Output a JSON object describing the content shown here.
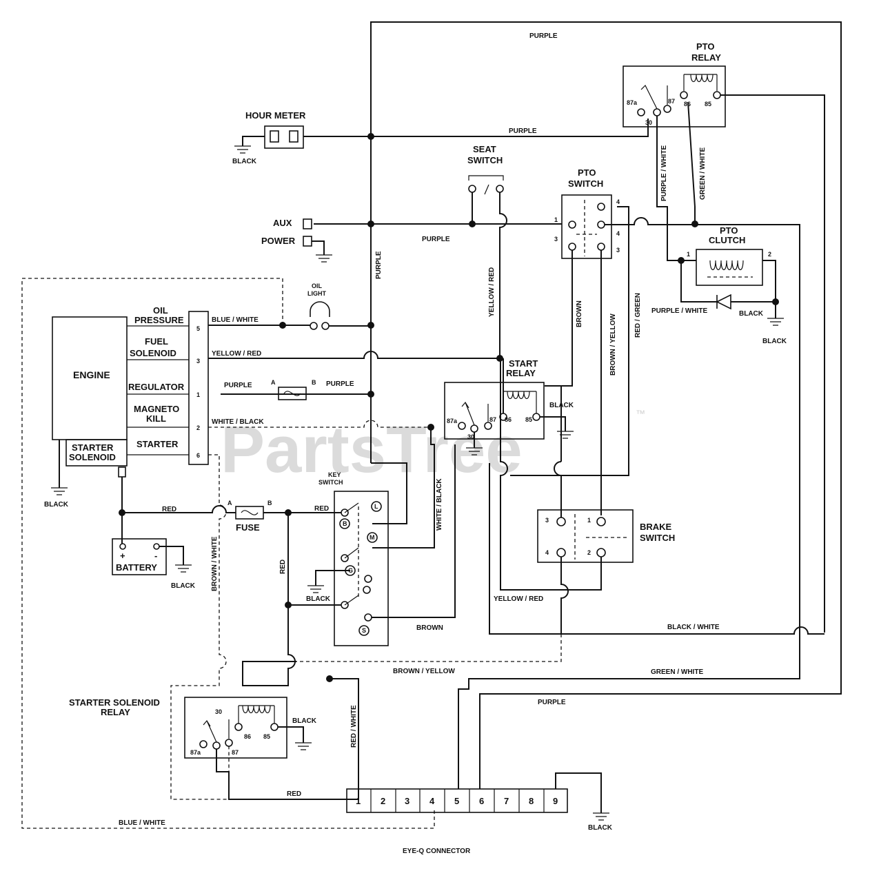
{
  "watermark": {
    "brand": "PartsTree",
    "tm": "™"
  },
  "components": {
    "hour_meter": "HOUR METER",
    "seat_switch": [
      "SEAT",
      "SWITCH"
    ],
    "pto_relay": [
      "PTO",
      "RELAY"
    ],
    "pto_switch": [
      "PTO",
      "SWITCH"
    ],
    "pto_clutch": [
      "PTO",
      "CLUTCH"
    ],
    "aux": "AUX",
    "power": "POWER",
    "oil_light": [
      "OIL",
      "LIGHT"
    ],
    "engine": "ENGINE",
    "oil_pressure": [
      "OIL",
      "PRESSURE"
    ],
    "fuel_solenoid": [
      "FUEL",
      "SOLENOID"
    ],
    "regulator": "REGULATOR",
    "magneto_kill": [
      "MAGNETO",
      "KILL"
    ],
    "starter": "STARTER",
    "starter_solenoid": [
      "STARTER",
      "SOLENOID"
    ],
    "start_relay": [
      "START",
      "RELAY"
    ],
    "key_switch": [
      "KEY",
      "SWITCH"
    ],
    "fuse": "FUSE",
    "battery": "BATTERY",
    "brake_switch": [
      "BRAKE",
      "SWITCH"
    ],
    "starter_solenoid_relay": [
      "STARTER SOLENOID",
      "RELAY"
    ],
    "eye_q_connector": "EYE-Q CONNECTOR"
  },
  "wires": {
    "purple": "PURPLE",
    "black": "BLACK",
    "blue_white": "BLUE / WHITE",
    "yellow_red": "YELLOW / RED",
    "white_black": "WHITE / BLACK",
    "red": "RED",
    "brown": "BROWN",
    "brown_yellow": "BROWN / YELLOW",
    "red_green": "RED / GREEN",
    "purple_white": "PURPLE / WHITE",
    "green_white": "GREEN / WHITE",
    "black_white": "BLACK / WHITE",
    "brown_white": "BROWN / WHITE",
    "red_white": "RED / WHITE"
  },
  "pins": {
    "relay": [
      "87a",
      "30",
      "87",
      "86",
      "85"
    ],
    "engine_block": [
      "5",
      "3",
      "1",
      "2",
      "6"
    ],
    "pto_switch": [
      "1",
      "3",
      "4",
      "4",
      "3"
    ],
    "clutch": [
      "1",
      "2"
    ],
    "brake": [
      "3",
      "1",
      "4",
      "2"
    ],
    "fuse_ends": [
      "A",
      "B"
    ],
    "key": [
      "L",
      "B",
      "M",
      "G",
      "S"
    ],
    "battery_pos": "+",
    "battery_neg": "-",
    "eye_q": [
      "1",
      "2",
      "3",
      "4",
      "5",
      "6",
      "7",
      "8",
      "9"
    ]
  }
}
